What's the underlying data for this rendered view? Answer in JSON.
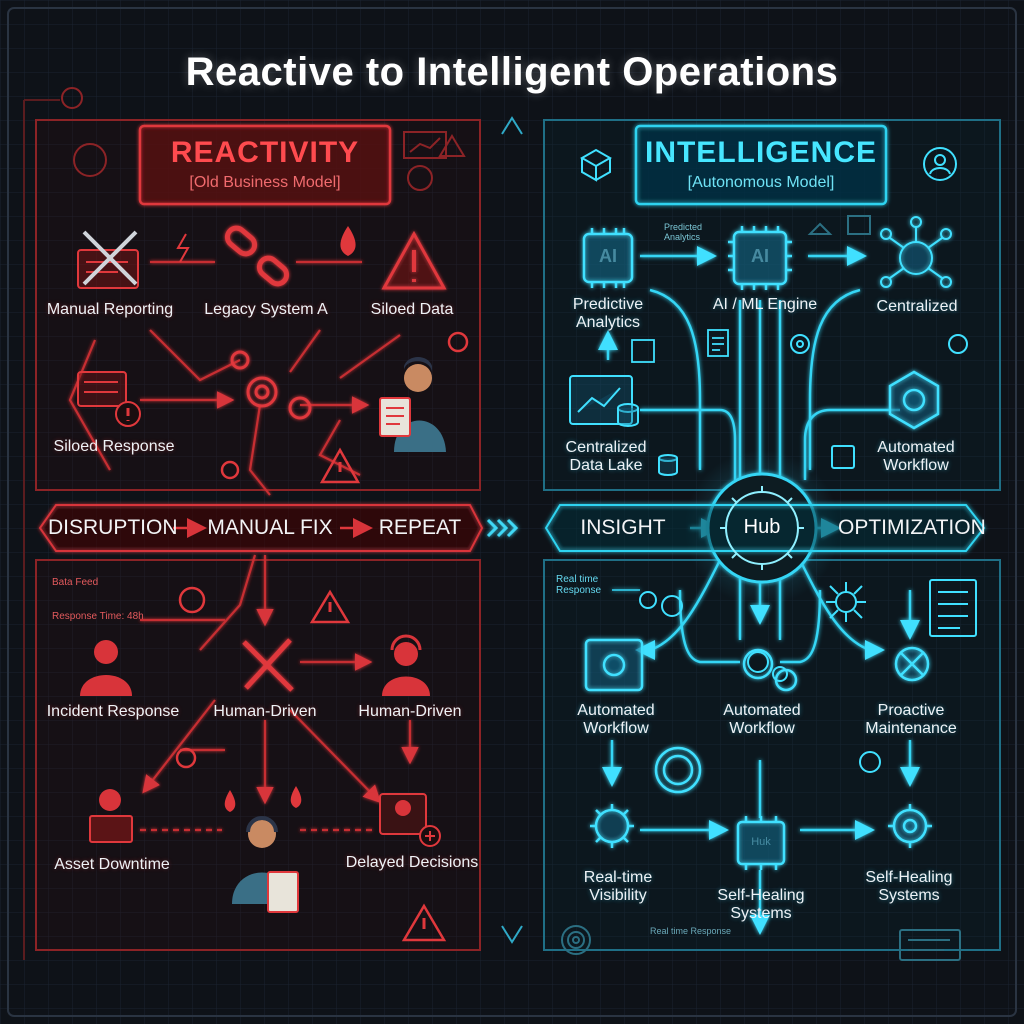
{
  "title": "Reactive to Intelligent Operations",
  "left_panel": {
    "heading": "REACTIVITY",
    "subheading": "[Old Business Model]",
    "nodes": {
      "manual_reporting": "Manual Reporting",
      "legacy_system": "Legacy System A",
      "siloed_data": "Siloed Data",
      "siloed_response": "Siloed Response",
      "incident_response": "Incident Response",
      "human_driven_1": "Human-Driven",
      "human_driven_2": "Human-Driven",
      "asset_downtime": "Asset Downtime",
      "delayed_decisions": "Delayed Decisions"
    },
    "annotations": {
      "data_feed": "Bata Feed",
      "response_time": "Response Time: 48h"
    },
    "flow": {
      "step1": "DISRUPTION",
      "step2": "MANUAL FIX",
      "step3": "REPEAT"
    }
  },
  "right_panel": {
    "heading": "INTELLIGENCE",
    "subheading": "[Autonomous Model]",
    "nodes": {
      "predictive_analytics": "Predictive\nAnalytics",
      "ai_ml_engine": "AI / ML Engine",
      "centralized": "Centralized",
      "centralized_data_lake": "Centralized\nData Lake",
      "automated_workflow_top": "Automated\nWorkflow",
      "automated_workflow_1": "Automated\nWorkflow",
      "automated_workflow_2": "Automated\nWorkflow",
      "proactive_maintenance": "Proactive\nMaintenance",
      "realtime_visibility": "Real-time\nVisibility",
      "self_healing_1": "Self-Healing\nSystems",
      "self_healing_2": "Self-Healing\nSystems"
    },
    "chip_labels": {
      "ai_left": "AI",
      "ai_center": "AI",
      "hub_center": "Hub",
      "hub_bottom": "Huk"
    },
    "annotations": {
      "predicted_analytics": "Predicted\nAnalytics",
      "realtime_response": "Real time\nResponse",
      "realtime_response_footer": "Real time Response"
    },
    "flow": {
      "step1": "INSIGHT",
      "step2": "OPTIMIZATION"
    }
  },
  "colors": {
    "background": "#0e1218",
    "reactive_red": "#e0383c",
    "intelligent_cyan": "#2fd3f0",
    "text": "#eef2f6"
  },
  "icons": [
    "broken-chain-icon",
    "gear-icon",
    "warning-icon",
    "fire-icon",
    "wrench-icon",
    "person-icon",
    "headset-icon",
    "document-icon",
    "database-icon",
    "network-icon",
    "chip-icon",
    "monitor-icon",
    "lightning-icon"
  ]
}
